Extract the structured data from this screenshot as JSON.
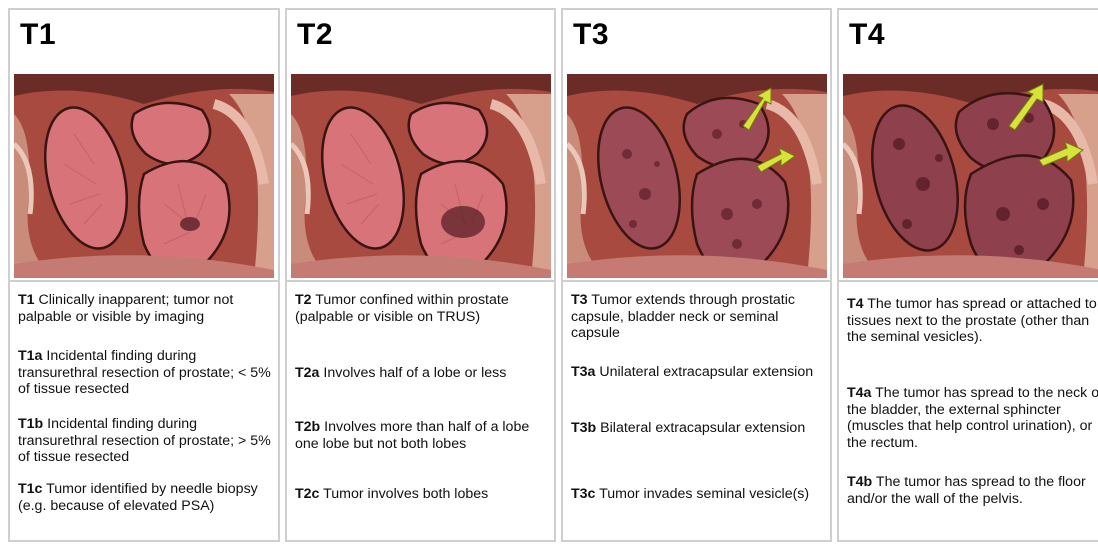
{
  "stages": [
    {
      "title": "T1",
      "entries": [
        {
          "code": "T1",
          "text": " Clinically  inapparent; tumor not palpable  or visible by imaging"
        },
        {
          "code": "T1a",
          "text": " Incidental finding during transurethral resection of prostate; < 5% of tissue resected"
        },
        {
          "code": "T1b",
          "text": " Incidental finding during transurethral resection of prostate; > 5% of tissue resected"
        },
        {
          "code": "T1c",
          "text": " Tumor identified by needle biopsy  (e.g. because of elevated PSA)"
        }
      ]
    },
    {
      "title": "T2",
      "entries": [
        {
          "code": "T2",
          "text": " Tumor confined  within prostate (palpable or  visible on TRUS)"
        },
        {
          "code": "T2a",
          "text": " Involves half of a  lobe or less"
        },
        {
          "code": "T2b",
          "text": " Involves more  than half of a lobe one lobe  but not both lobes"
        },
        {
          "code": "T2c",
          "text": " Tumor involves  both lobes"
        }
      ]
    },
    {
      "title": "T3",
      "entries": [
        {
          "code": "T3",
          "text": " Tumor extends through prostatic capsule, bladder  neck or seminal capsule"
        },
        {
          "code": "T3a",
          "text": " Unilateral  extracapsular extension"
        },
        {
          "code": "T3b",
          "text": " Bilateral  extracapsular extension"
        },
        {
          "code": "T3c",
          "text": " Tumor invades  seminal vesicle(s)"
        }
      ]
    },
    {
      "title": "T4",
      "entries": [
        {
          "code": "T4",
          "text": " The tumor has spread or attached to tissues next to the prostate (other than the seminal vesicles)."
        },
        {
          "code": "T4a",
          "text": " The tumor has spread to the neck of the bladder, the external sphincter (muscles that help control urination), or the rectum."
        },
        {
          "code": "T4b",
          "text": " The tumor has spread to the floor and/or the wall of the pelvis."
        }
      ]
    }
  ]
}
